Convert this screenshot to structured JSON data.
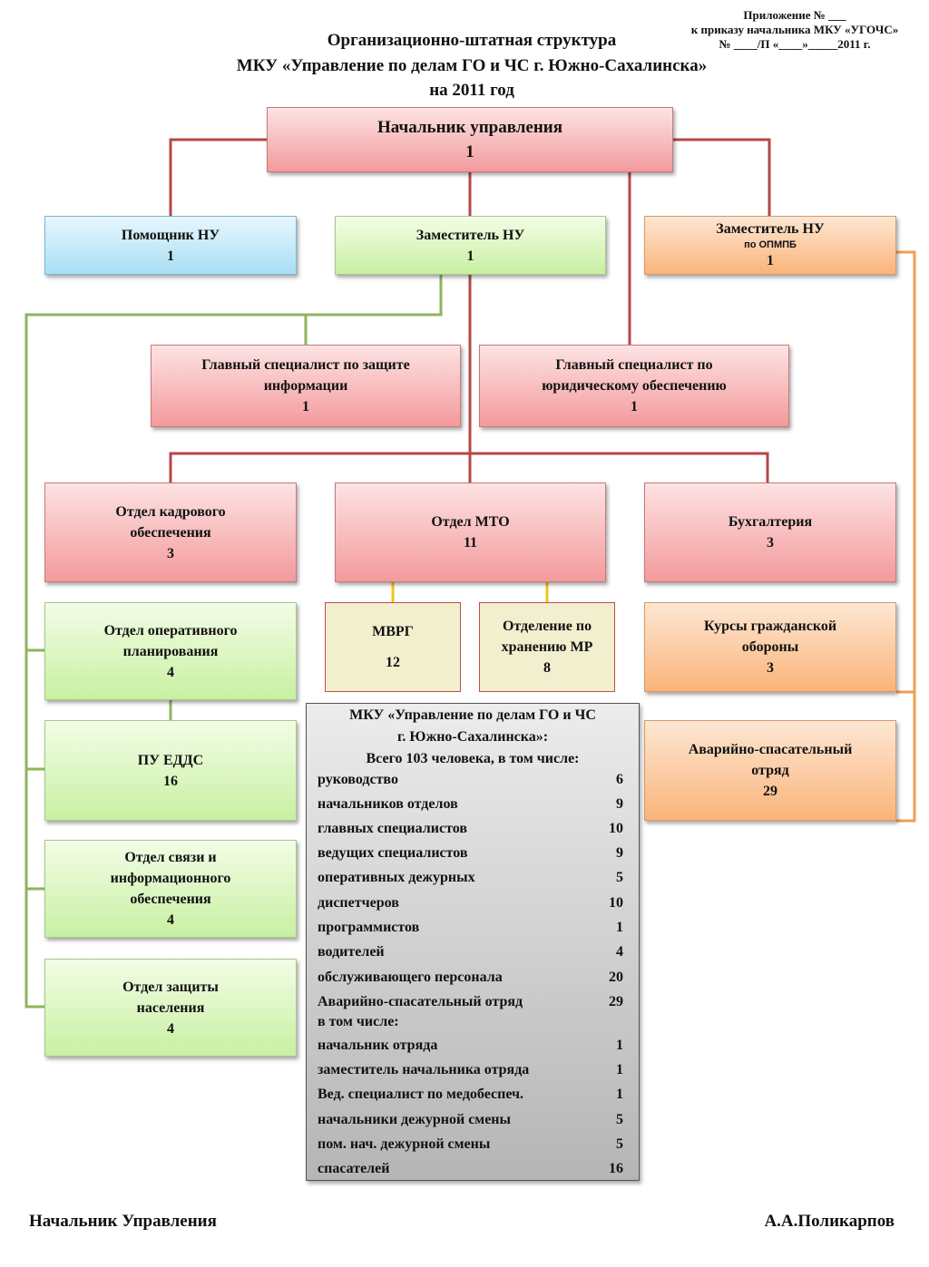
{
  "annex": {
    "line1": "Приложение № ___",
    "line2": "к приказу начальника МКУ «УГОЧС»",
    "line3": "№ ____/П «____»_____2011 г."
  },
  "title": {
    "line1": "Организационно-штатная структура",
    "line2": "МКУ «Управление по делам ГО и ЧС г. Южно-Сахалинска»",
    "line3": "на 2011 год"
  },
  "boxes": {
    "chief": {
      "name": "Начальник управления",
      "count": "1"
    },
    "assistant": {
      "name": "Помощник НУ",
      "count": "1"
    },
    "deputy": {
      "name": "Заместитель НУ",
      "count": "1"
    },
    "deputy_opmpb": {
      "name": "Заместитель НУ",
      "sub": "по ОПМПБ",
      "count": "1"
    },
    "spec_info": {
      "line1": "Главный специалист по защите",
      "line2": "информации",
      "count": "1"
    },
    "spec_legal": {
      "line1": "Главный специалист по",
      "line2": "юридическому обеспечению",
      "count": "1"
    },
    "hr": {
      "line1": "Отдел кадрового",
      "line2": "обеспечения",
      "count": "3"
    },
    "mto": {
      "name": "Отдел МТО",
      "count": "11"
    },
    "accounting": {
      "name": "Бухгалтерия",
      "count": "3"
    },
    "mvrg": {
      "name": "МВРГ",
      "count": "12"
    },
    "storage": {
      "line1": "Отделение по",
      "line2": "хранению МР",
      "count": "8"
    },
    "courses": {
      "line1": "Курсы гражданской",
      "line2": "обороны",
      "count": "3"
    },
    "planning": {
      "line1": "Отдел оперативного",
      "line2": "планирования",
      "count": "4"
    },
    "edds": {
      "name": "ПУ ЕДДС",
      "count": "16"
    },
    "rescue": {
      "line1": "Аварийно-спасательный",
      "line2": "отряд",
      "count": "29"
    },
    "comm": {
      "line1": "Отдел связи и",
      "line2": "информационного",
      "line3": "обеспечения",
      "count": "4"
    },
    "protection": {
      "line1": "Отдел защиты",
      "line2": "населения",
      "count": "4"
    }
  },
  "summary": {
    "head1": "МКУ «Управление по делам ГО и ЧС",
    "head2": "г. Южно-Сахалинска»:",
    "head3": "Всего 103 человека, в том числе:",
    "rows": [
      {
        "label": "руководство",
        "value": "6"
      },
      {
        "label": "начальников отделов",
        "value": "9"
      },
      {
        "label": "главных специалистов",
        "value": "10"
      },
      {
        "label": "ведущих специалистов",
        "value": "9"
      },
      {
        "label": "оперативных дежурных",
        "value": "5"
      },
      {
        "label": "диспетчеров",
        "value": "10"
      },
      {
        "label": "программистов",
        "value": "1"
      },
      {
        "label": "водителей",
        "value": "4"
      },
      {
        "label": "обслуживающего персонала",
        "value": "20"
      },
      {
        "label": "Аварийно-спасательный отряд",
        "value": "29"
      },
      {
        "label": "в том числе:",
        "value": ""
      },
      {
        "label": "начальник отряда",
        "value": "1"
      },
      {
        "label": "заместитель начальника отряда",
        "value": "1"
      },
      {
        "label": "Вед. специалист по медобеспеч.",
        "value": "1"
      },
      {
        "label": "начальники дежурной смены",
        "value": "5"
      },
      {
        "label": "пом. нач. дежурной смены",
        "value": "5"
      },
      {
        "label": "спасателей",
        "value": "16"
      }
    ]
  },
  "footer": {
    "left": "Начальник Управления",
    "right": "А.А.Поликарпов"
  },
  "colors": {
    "red_line": "#b5474a",
    "green_line": "#8db55a",
    "orange_line": "#f0a050",
    "yellow_line": "#f2c418"
  }
}
